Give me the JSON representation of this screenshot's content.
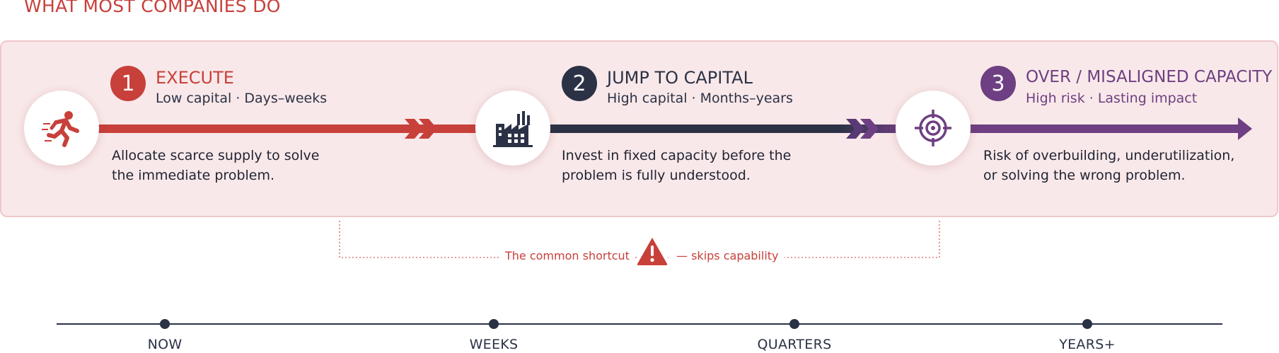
{
  "section_title": "WHAT MOST COMPANIES DO",
  "colors": {
    "execute_red": "#c8403a",
    "capital_navy": "#2b3246",
    "capacity_purple": "#6e3f82",
    "panel_bg": "#f9e8e9",
    "panel_border": "#efc8ca"
  },
  "steps": [
    {
      "number": "1",
      "title": "EXECUTE",
      "subtitle": "Low capital · Days–weeks",
      "desc_line1": "Allocate scarce supply to solve",
      "desc_line2": "the immediate problem.",
      "icon": "running-person-icon"
    },
    {
      "number": "2",
      "title": "JUMP TO CAPITAL",
      "subtitle": "High capital · Months–years",
      "desc_line1": "Invest in fixed capacity before the",
      "desc_line2": "problem is fully understood.",
      "icon": "factory-icon"
    },
    {
      "number": "3",
      "title": "OVER / MISALIGNED CAPACITY",
      "subtitle": "High risk · Lasting impact",
      "desc_line1": "Risk of overbuilding, underutilization,",
      "desc_line2": "or solving the wrong problem.",
      "icon": "target-icon"
    }
  ],
  "shortcut": {
    "left_text": "The common shortcut",
    "right_text": "— skips capability",
    "icon": "warning-icon"
  },
  "timeline": {
    "ticks": [
      "NOW",
      "WEEKS",
      "QUARTERS",
      "YEARS+"
    ]
  }
}
